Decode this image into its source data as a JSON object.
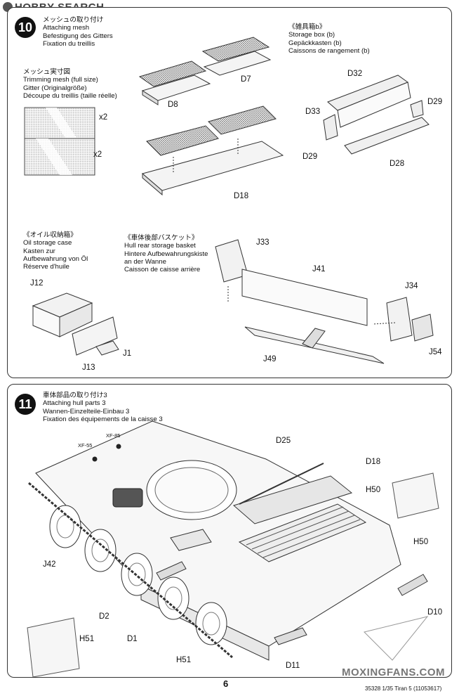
{
  "watermark_top": "HOBBY SEARCH",
  "watermark_bottom": "MOXINGFANS.COM",
  "page_number": "6",
  "product_code": "35328 1/35 Tiran 5 (11053617)",
  "step10": {
    "number": "10",
    "title": [
      "メッシュの取り付け",
      "Attaching mesh",
      "Befestigung des Gitters",
      "Fixation du treillis"
    ],
    "trim": [
      "メッシュ実寸図",
      "Trimming mesh (full size)",
      "Gitter (Originalgröße)",
      "Découpe du treillis (taille réelle)"
    ],
    "storage_box": [
      "《雑具箱b》",
      "Storage box (b)",
      "Gepäckkasten (b)",
      "Caissons de rangement (b)"
    ],
    "oil_case": [
      "《オイル収納箱》",
      "Oil storage case",
      "Kasten zur",
      "Aufbewahrung von Öl",
      "Réserve d'huile"
    ],
    "basket": [
      "《車体後部バスケット》",
      "Hull rear storage basket",
      "Hintere Aufbewahrungskiste",
      "an der Wanne",
      "Caisson de caisse arrière"
    ],
    "mesh_counts": [
      "x2",
      "x2"
    ],
    "labels": {
      "d7": "D7",
      "d8": "D8",
      "d18": "D18",
      "d32": "D32",
      "d33": "D33",
      "d29a": "D29",
      "d29b": "D29",
      "d28": "D28",
      "j12": "J12",
      "j13": "J13",
      "j1": "J1",
      "j33": "J33",
      "j41": "J41",
      "j34": "J34",
      "j49": "J49",
      "j54": "J54"
    }
  },
  "step11": {
    "number": "11",
    "title": [
      "車体部品の取り付け3",
      "Attaching hull parts 3",
      "Wannen-Einzelteile-Einbau 3",
      "Fixation des équipements de la caisse 3"
    ],
    "labels": {
      "xf55": "XF-55",
      "xf85": "XF-85",
      "d25": "D25",
      "d18": "D18",
      "h50a": "H50",
      "h50b": "H50",
      "j42": "J42",
      "d2": "D2",
      "d1": "D1",
      "h51a": "H51",
      "h51b": "H51",
      "d11": "D11",
      "d10": "D10"
    }
  }
}
